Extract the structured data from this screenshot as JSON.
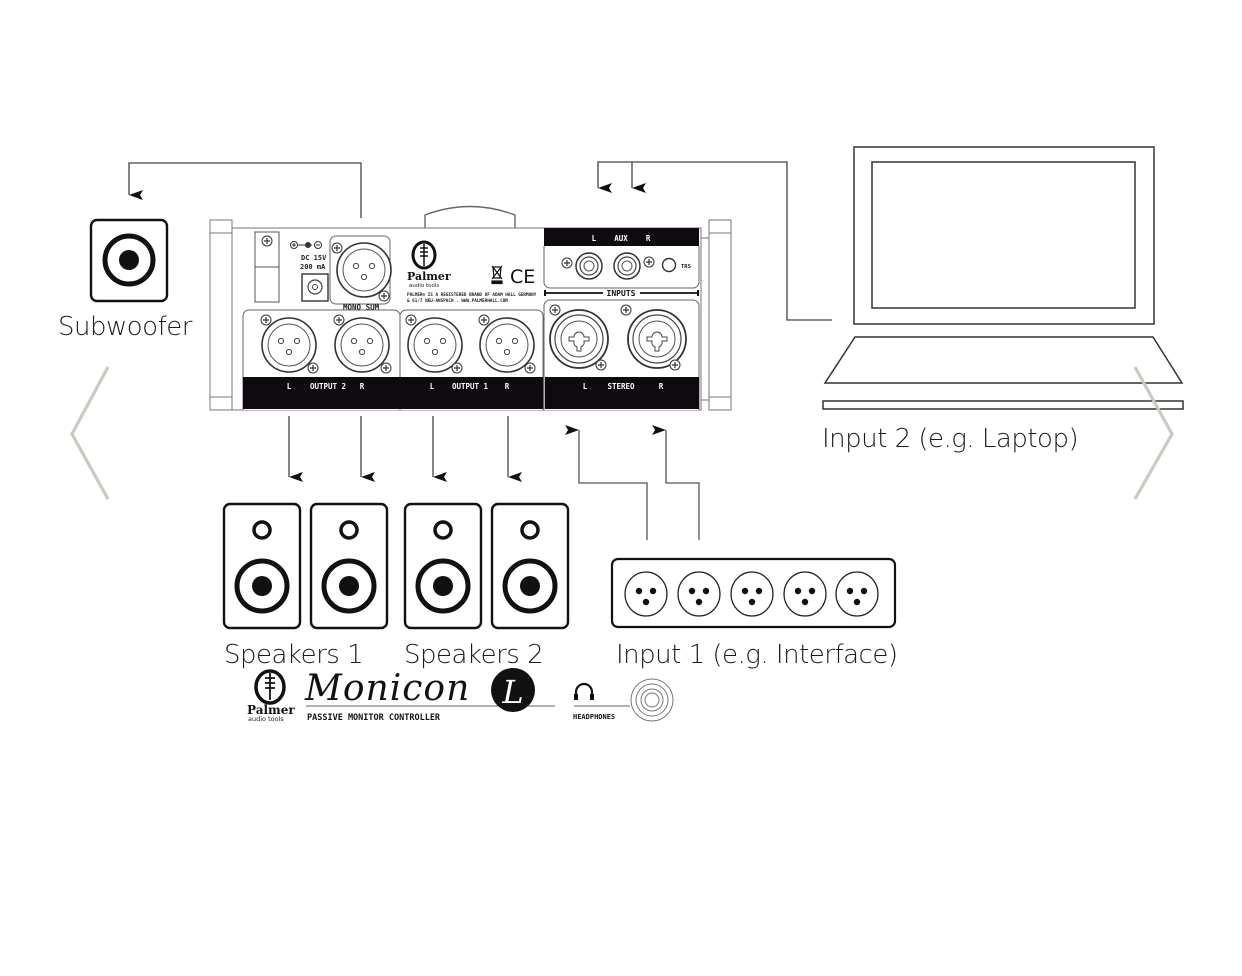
{
  "diagram": {
    "title": "Monicon L wiring diagram",
    "labels": {
      "subwoofer": "Subwoofer",
      "speakers1": "Speakers 1",
      "speakers2": "Speakers 2",
      "input1": "Input 1 (e.g. Interface)",
      "input2": "Input 2 (e.g. Laptop)"
    },
    "device": {
      "brand": "Palmer",
      "brand_sub": "audio tools",
      "dc_label_line1": "DC 15V",
      "dc_label_line2": "200 mA",
      "mono_sum": "MONO SUM",
      "legal_line1": "PALMER® IS A REGISTERED BRAND OF ADAM HALL GERMANY",
      "legal_line2": "& 61/7 NEU-ANSPACH . WWW.PALMERHALL.COM",
      "aux_header": "L    AUX    R",
      "trs_label": "TRS",
      "inputs_label": "INPUTS",
      "output2_bar": {
        "l": "L",
        "name": "OUTPUT 2",
        "r": "R"
      },
      "output1_bar": {
        "l": "L",
        "name": "OUTPUT 1",
        "r": "R"
      },
      "stereo_bar": {
        "l": "L",
        "name": "STEREO",
        "r": "R"
      },
      "ce_mark": "CE"
    },
    "logo": {
      "brand": "Palmer",
      "brand_sub": "audio tools",
      "product": "Monicon",
      "product_badge": "L",
      "tagline": "PASSIVE MONITOR CONTROLLER",
      "headphones": "HEADPHONES"
    },
    "interface_xlr_count": 5,
    "speaker_count": 4
  },
  "navigation": {
    "prev_icon": "chevron-left-icon",
    "next_icon": "chevron-right-icon",
    "arrow_color": "#cdc8c0"
  },
  "colors": {
    "line": "#222222",
    "thin_line": "#555555",
    "panel_bar": "#0f0a10"
  }
}
